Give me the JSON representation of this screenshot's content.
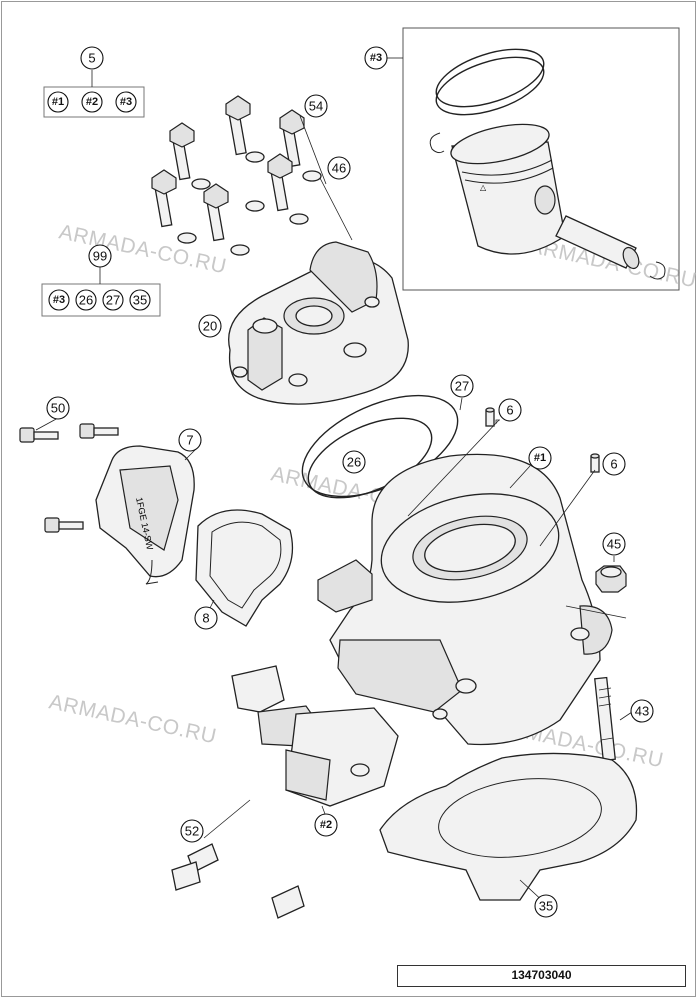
{
  "labels": {
    "l5": "5",
    "l1a": "#1",
    "l2a": "#2",
    "l3a": "#3",
    "l54": "54",
    "l46": "46",
    "l3b": "#3",
    "l99": "99",
    "l3c": "#3",
    "l26a": "26",
    "l27a": "27",
    "l35a": "35",
    "l20": "20",
    "l27": "27",
    "l6a": "6",
    "l50": "50",
    "l7": "7",
    "l26": "26",
    "l1b": "#1",
    "l6b": "6",
    "l45": "45",
    "l8": "8",
    "l43": "43",
    "l52": "52",
    "l2b": "#2",
    "l35": "35"
  },
  "watermark": "ARMADA-CO.RU",
  "drawing_code": "134703040"
}
